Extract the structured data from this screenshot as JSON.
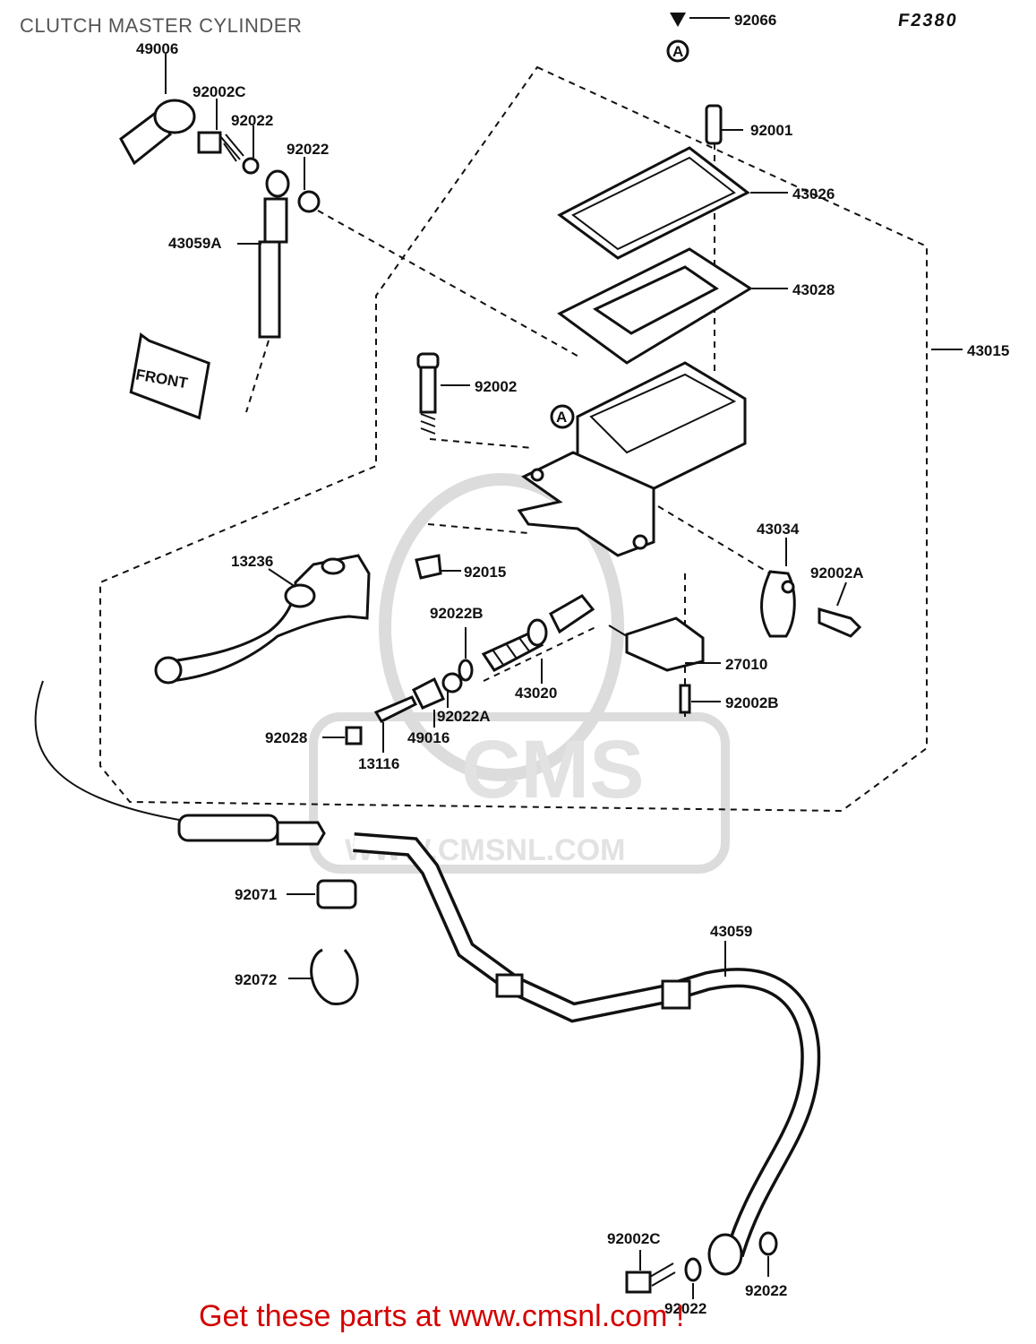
{
  "title": "CLUTCH MASTER CYLINDER",
  "figure_code": "F2380",
  "front_marker": "FRONT",
  "ref_marker": "A",
  "footer_text": "Get these parts at www.cmsnl.com !",
  "watermark": {
    "brand": "CMS",
    "url": "WWW.CMSNL.COM"
  },
  "parts": [
    {
      "id": "p-92066",
      "number": "92066"
    },
    {
      "id": "p-49006",
      "number": "49006"
    },
    {
      "id": "p-92002c-top",
      "number": "92002C"
    },
    {
      "id": "p-92022-a",
      "number": "92022"
    },
    {
      "id": "p-92022-b",
      "number": "92022"
    },
    {
      "id": "p-43059a",
      "number": "43059A"
    },
    {
      "id": "p-92001",
      "number": "92001"
    },
    {
      "id": "p-43026",
      "number": "43026"
    },
    {
      "id": "p-43028",
      "number": "43028"
    },
    {
      "id": "p-43015",
      "number": "43015"
    },
    {
      "id": "p-92002",
      "number": "92002"
    },
    {
      "id": "p-43034",
      "number": "43034"
    },
    {
      "id": "p-92002a",
      "number": "92002A"
    },
    {
      "id": "p-13236",
      "number": "13236"
    },
    {
      "id": "p-92015",
      "number": "92015"
    },
    {
      "id": "p-92022b",
      "number": "92022B"
    },
    {
      "id": "p-43020",
      "number": "43020"
    },
    {
      "id": "p-27010",
      "number": "27010"
    },
    {
      "id": "p-92002b",
      "number": "92002B"
    },
    {
      "id": "p-92022a",
      "number": "92022A"
    },
    {
      "id": "p-92028",
      "number": "92028"
    },
    {
      "id": "p-49016",
      "number": "49016"
    },
    {
      "id": "p-13116",
      "number": "13116"
    },
    {
      "id": "p-92071",
      "number": "92071"
    },
    {
      "id": "p-92072",
      "number": "92072"
    },
    {
      "id": "p-43059",
      "number": "43059"
    },
    {
      "id": "p-92002c-bot",
      "number": "92002C"
    },
    {
      "id": "p-92022-c",
      "number": "92022"
    },
    {
      "id": "p-92022-d",
      "number": "92022"
    }
  ]
}
